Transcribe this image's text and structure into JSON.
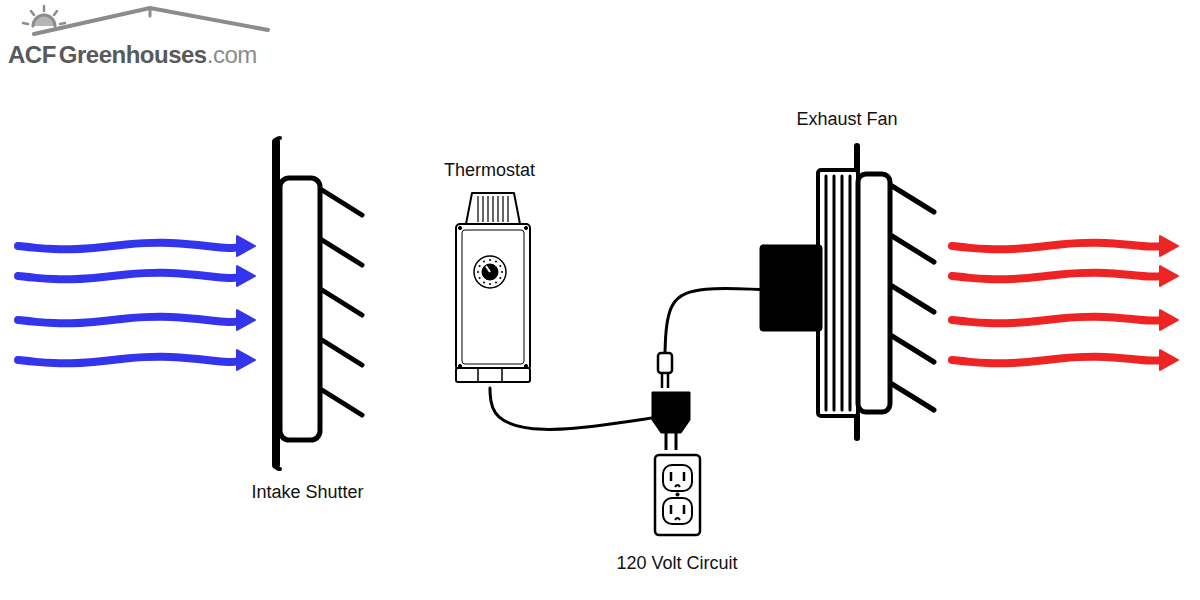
{
  "diagram": {
    "nodes": [
      {
        "text": [
          "Intake Shutter"
        ]
      },
      {
        "text": [
          "Thermostat"
        ]
      },
      {
        "text": [
          "Exhaust Fan"
        ]
      },
      {
        "text": [
          "120 Volt Circuit"
        ]
      }
    ],
    "edges": [
      {
        "from": 1,
        "to": 3,
        "arrow": "none"
      },
      {
        "from": 2,
        "to": 3,
        "arrow": "none"
      }
    ],
    "labels": [
      "ACF",
      "Greenhouses",
      ".com"
    ]
  }
}
